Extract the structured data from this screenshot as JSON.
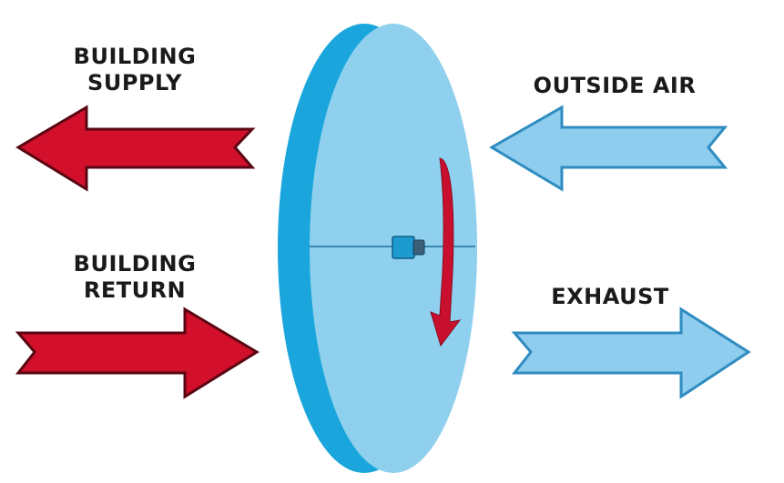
{
  "labels": {
    "building_supply": [
      "BUILDING",
      "SUPPLY"
    ],
    "outside_air": "OUTSIDE AIR",
    "building_return": [
      "BUILDING",
      "RETURN"
    ],
    "exhaust": "EXHAUST"
  },
  "colors": {
    "warm_air": "#d2102b",
    "warm_air_edge": "#5a0612",
    "cool_air": "#8fcdee",
    "cool_air_edge": "#2f8cc0",
    "wheel_face": "#8fd0ee",
    "wheel_rim": "#1aa6dc",
    "rotation_arrow": "#c8102e",
    "hub": "#1d9ad0",
    "axis_line": "#1f6f98"
  },
  "icons": {
    "wheel": "energy-recovery-wheel",
    "rotation": "curved-rotation-arrow",
    "hub": "motor-hub"
  }
}
